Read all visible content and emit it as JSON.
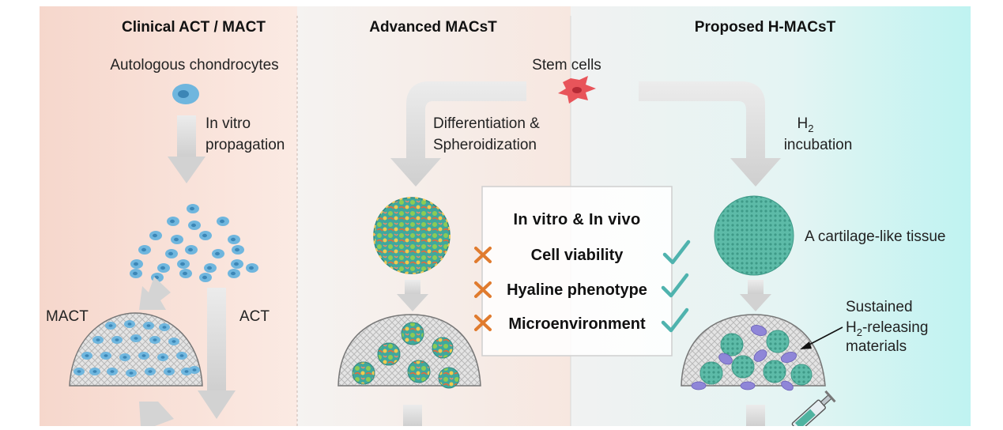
{
  "columns": [
    {
      "title": "Clinical ACT / MACT"
    },
    {
      "title": "Advanced MACsT"
    },
    {
      "title": "Proposed H-MACsT"
    }
  ],
  "left": {
    "cell_label": "Autologous chondrocytes",
    "step_line1": "In vitro",
    "step_line2": "propagation",
    "branch_left": "MACT",
    "branch_right": "ACT"
  },
  "center": {
    "source_label": "Stem cells",
    "step_line1": "Differentiation &",
    "step_line2": "Spheroidization"
  },
  "right": {
    "step_line1": "H",
    "step_sub": "2",
    "step_line2": "incubation",
    "tissue_label": "A cartilage-like tissue",
    "material_line1": "Sustained",
    "material_line2_pre": "H",
    "material_line2_sub": "2",
    "material_line2_post": "-releasing",
    "material_line3": "materials"
  },
  "comparison": {
    "title": "In vitro & In vivo",
    "rows": [
      {
        "label": "Cell viability"
      },
      {
        "label": "Hyaline phenotype"
      },
      {
        "label": "Microenvironment"
      }
    ]
  },
  "colors": {
    "cross": "#E07B2E",
    "check": "#4FB3AE",
    "chondrocyte": "#6FB6DE",
    "stem_cell": "#E8545A",
    "tissue": "#4FB3A0",
    "h2_material": "#8F86D8"
  }
}
